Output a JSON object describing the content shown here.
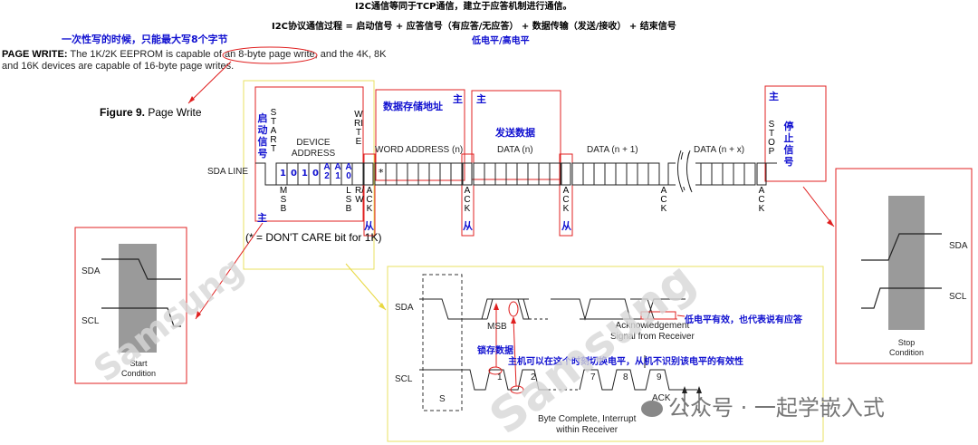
{
  "header": {
    "line1": "I2C通信等同于TCP通信，建立于应答机制进行通信。",
    "line2": "I2C协议通信过程 = 启动信号 + 应答信号（有应答/无应答） + 数据传输（发送/接收） + 结束信号",
    "line3": "低电平/高电平"
  },
  "note_once": "一次性写的时候，只能最大写8个字节",
  "page_write": {
    "bold": "PAGE WRITE:",
    "text1": " The 1K/2K EEPROM is capable of an 8-byte page write, and the 4K, 8K",
    "text2": "and 16K devices are capable of 16-byte page writes."
  },
  "figure": {
    "label": "Figure 9.",
    "title": "Page Write"
  },
  "sda_line": "SDA LINE",
  "start_label": "START",
  "start_cn": "启动信号",
  "device_address": "DEVICE ADDRESS",
  "write_label": "WRITE",
  "word_address": "WORD ADDRESS (n)",
  "data_n": "DATA (n)",
  "data_n1": "DATA (n + 1)",
  "data_nx": "DATA (n + x)",
  "stop_label": "STOP",
  "stop_cn": "停止信号",
  "addr_bits": [
    "1",
    "0",
    "1",
    "0",
    "A2",
    "A1",
    "A0"
  ],
  "msb": "MSB",
  "lsb": "LSB",
  "rw": "R/W",
  "ack": "ACK",
  "master": "主",
  "slave": "从",
  "word_addr_cn": "数据存储地址",
  "send_data_cn": "发送数据",
  "dont_care": "(* = DON'T CARE bit for 1K)",
  "star": "*",
  "timing": {
    "sda": "SDA",
    "scl": "SCL",
    "msb": "MSB",
    "ack_sig1": "Acknowledgement",
    "ack_sig2": "Signal from Receiver",
    "low_valid": "低电平有效，也代表说有应答",
    "latch": "锁存数据",
    "switch_note": "主机可以在这个时刻切换电平，从机不识别该电平的有效性",
    "clocks": [
      "1",
      "2",
      "7",
      "8",
      "9"
    ],
    "s": "S",
    "ack": "ACK",
    "byte_complete1": "Byte Complete, Interrupt",
    "byte_complete2": "within Receiver"
  },
  "start_cond": {
    "sda": "SDA",
    "scl": "SCL",
    "title1": "Start",
    "title2": "Condition"
  },
  "stop_cond": {
    "sda": "SDA",
    "scl": "SCL",
    "title1": "Stop",
    "title2": "Condition"
  },
  "watermark": "Samsung",
  "wechat": "公众号 · 一起学嵌入式"
}
